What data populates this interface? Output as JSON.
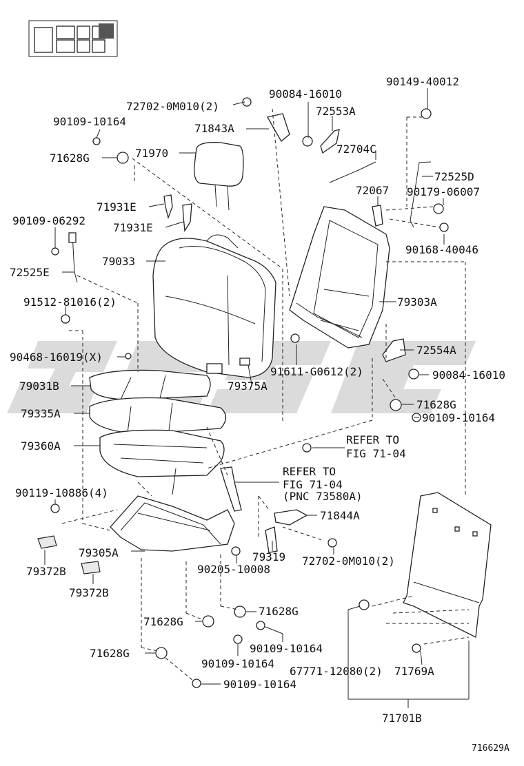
{
  "diagram_id": "716629A",
  "labels": {
    "l_72702_top": "72702-0M010(2)",
    "l_90084_top": "90084-16010",
    "l_90149": "90149-40012",
    "l_72553a": "72553A",
    "l_90109_10164_a": "90109-10164",
    "l_71843a": "71843A",
    "l_72704c": "72704C",
    "l_71628g_a": "71628G",
    "l_71970": "71970",
    "l_72525d": "72525D",
    "l_72067": "72067",
    "l_90179": "90179-06007",
    "l_71931e_a": "71931E",
    "l_90109_06292": "90109-06292",
    "l_71931e_b": "71931E",
    "l_90168": "90168-40046",
    "l_79033": "79033",
    "l_72525e": "72525E",
    "l_79303a": "79303A",
    "l_91512": "91512-81016(2)",
    "l_72554a": "72554A",
    "l_90468": "90468-16019(X)",
    "l_91611": "91611-G0612(2)",
    "l_90084_mid": "90084-16010",
    "l_79031b": "79031B",
    "l_79375a": "79375A",
    "l_71628g_b": "71628G",
    "l_79335a": "79335A",
    "l_90109_10164_b": "90109-10164",
    "l_refer1_a": "REFER TO",
    "l_refer1_b": "FIG 71-04",
    "l_79360a": "79360A",
    "l_refer2_a": "REFER TO",
    "l_refer2_b": "FIG 71-04",
    "l_refer2_c": "(PNC 73580A)",
    "l_90119": "90119-10886(4)",
    "l_71844a": "71844A",
    "l_79305a": "79305A",
    "l_79319": "79319",
    "l_79372b_a": "79372B",
    "l_90205": "90205-10008",
    "l_72702_bot": "72702-0M010(2)",
    "l_79372b_b": "79372B",
    "l_71628g_c": "71628G",
    "l_71628g_d": "71628G",
    "l_90109_10164_c": "90109-10164",
    "l_71628g_e": "71628G",
    "l_90109_10164_d": "90109-10164",
    "l_67771": "67771-12080(2)",
    "l_71769a": "71769A",
    "l_90109_10164_e": "90109-10164",
    "l_71701b": "71701B"
  }
}
